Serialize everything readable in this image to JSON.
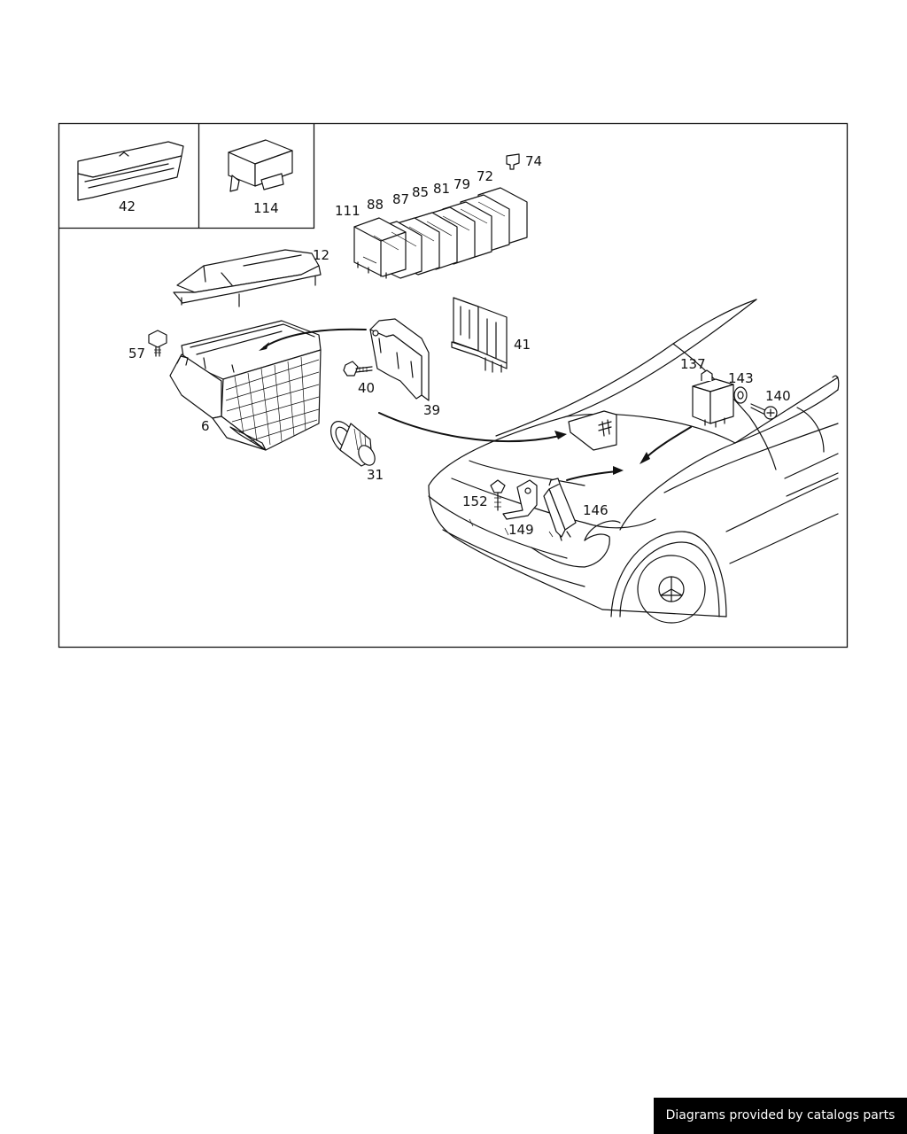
{
  "callouts": {
    "p42": "42",
    "p114": "114",
    "p74": "74",
    "p72": "72",
    "p79": "79",
    "p81": "81",
    "p85": "85",
    "p87": "87",
    "p88": "88",
    "p111": "111",
    "p12": "12",
    "p57": "57",
    "p6": "6",
    "p40": "40",
    "p39": "39",
    "p41": "41",
    "p31": "31",
    "p137": "137",
    "p143": "143",
    "p140": "140",
    "p152": "152",
    "p149": "149",
    "p146": "146"
  },
  "watermark": "Diagrams provided by catalogs parts"
}
